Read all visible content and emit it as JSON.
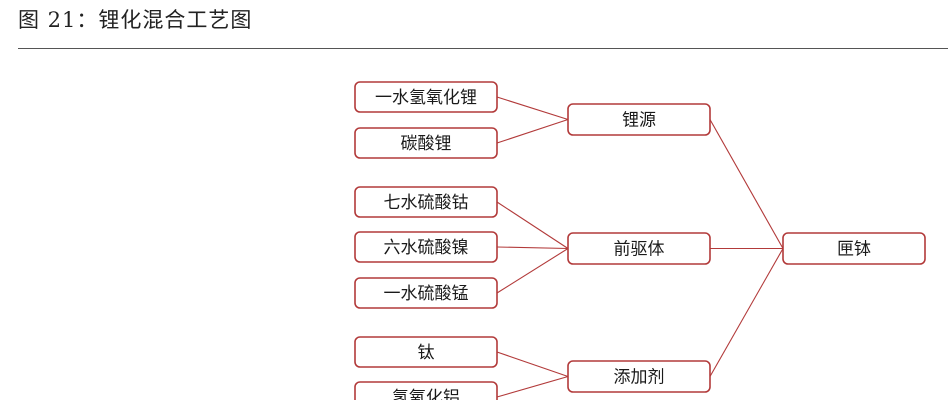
{
  "title": "图 21：锂化混合工艺图",
  "colors": {
    "node_border": "#b23a3a",
    "edge": "#b23a3a",
    "text": "#1a1a1a",
    "rule": "#555555"
  },
  "nodes": {
    "lioh": "一水氢氧化锂",
    "li2co3": "碳酸锂",
    "coso4": "七水硫酸钴",
    "niso4": "六水硫酸镍",
    "mnso4": "一水硫酸锰",
    "ti": "钛",
    "aloh": "氢氧化铝",
    "li_source": "锂源",
    "precursor": "前驱体",
    "additive": "添加剂",
    "product": "匣钵"
  },
  "edges": [
    [
      "lioh",
      "li_source"
    ],
    [
      "li2co3",
      "li_source"
    ],
    [
      "coso4",
      "precursor"
    ],
    [
      "niso4",
      "precursor"
    ],
    [
      "mnso4",
      "precursor"
    ],
    [
      "ti",
      "additive"
    ],
    [
      "aloh",
      "additive"
    ],
    [
      "li_source",
      "product"
    ],
    [
      "precursor",
      "product"
    ],
    [
      "additive",
      "product"
    ]
  ]
}
